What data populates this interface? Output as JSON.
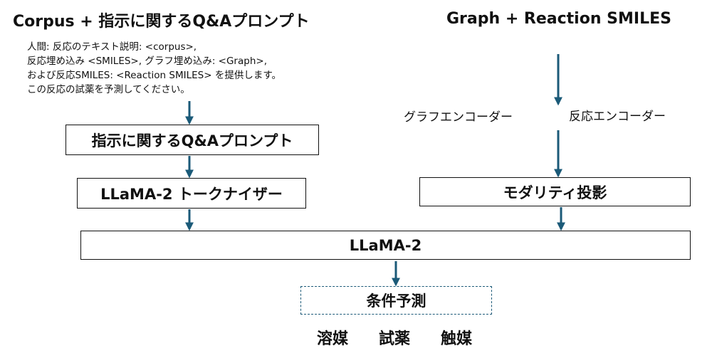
{
  "headers": {
    "left": "Corpus + 指示に関するQ&Aプロンプト",
    "right": "Graph + Reaction SMILES"
  },
  "prompt_lines": [
    "人間: 反応のテキスト説明: <corpus>,",
    "反応埋め込み <SMILES>, グラフ埋め込み: <Graph>,",
    "および反応SMILES: <Reaction SMILES> を提供します。",
    "この反応の試薬を予測してください。"
  ],
  "boxes": {
    "qa_prompt": "指示に関するQ&Aプロンプト",
    "tokenizer": "LLaMA-2 トークナイザー",
    "modality": "モダリティ投影",
    "llama": "LLaMA-2",
    "condition": "条件予測"
  },
  "encoders": {
    "graph": "グラフエンコーダー",
    "reaction": "反応エンコーダー"
  },
  "outputs": [
    "溶媒",
    "試薬",
    "触媒"
  ],
  "colors": {
    "arrow": "#1b5a78",
    "box_border": "#111111",
    "dashed_border": "#1b5a78"
  }
}
